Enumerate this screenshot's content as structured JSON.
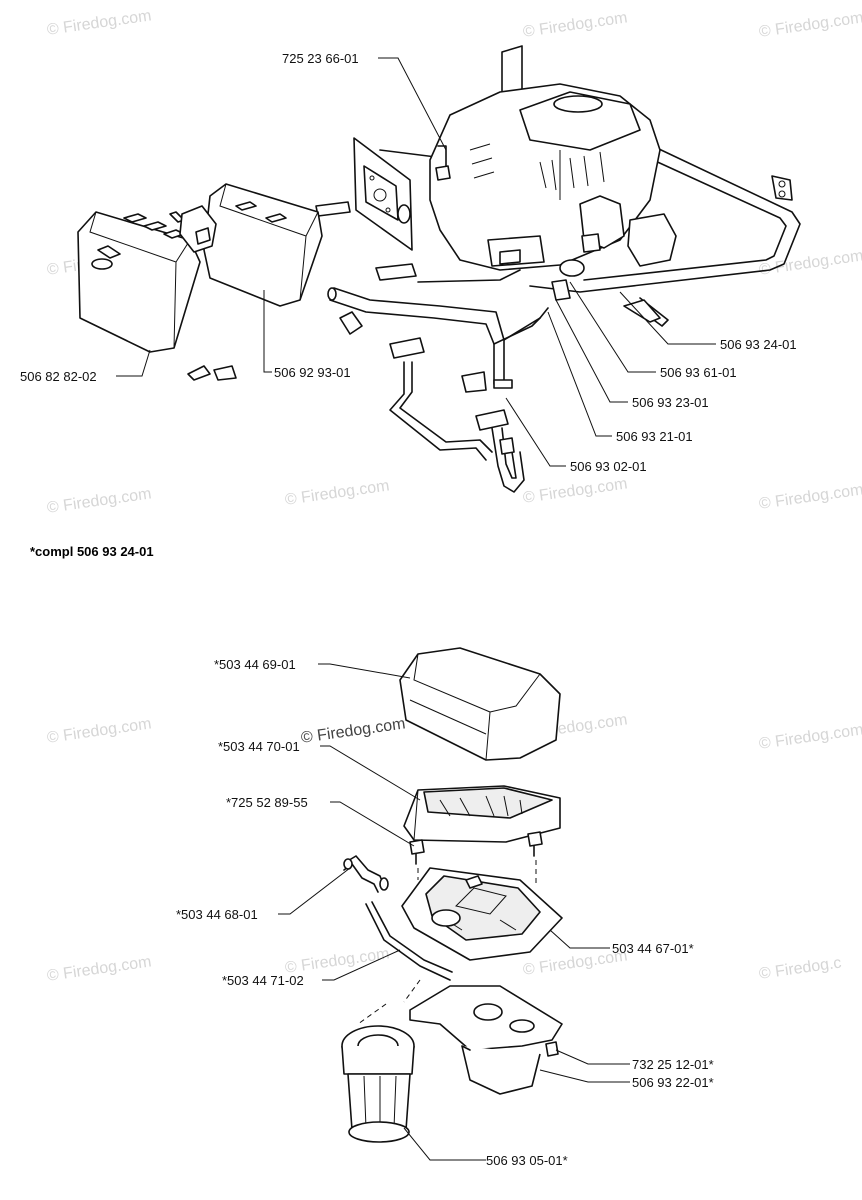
{
  "watermark": {
    "text": "© Firedog.com",
    "text_short": "© Firedog.c"
  },
  "note": "*compl 506 93 24-01",
  "labels": {
    "l_725_23_66_01": "725 23 66-01",
    "l_506_82_82_02": "506 82 82-02",
    "l_506_92_93_01": "506 92 93-01",
    "l_506_93_24_01": "506 93 24-01",
    "l_506_93_61_01": "506 93 61-01",
    "l_506_93_23_01": "506 93 23-01",
    "l_506_93_21_01": "506 93 21-01",
    "l_506_93_02_01": "506 93 02-01",
    "l_503_44_69_01": "*503 44 69-01",
    "l_503_44_70_01": "*503 44 70-01",
    "l_725_52_89_55": "*725 52 89-55",
    "l_503_44_68_01": "*503 44 68-01",
    "l_503_44_71_02": "*503 44 71-02",
    "l_503_44_67_01": "503 44 67-01*",
    "l_732_25_12_01": "732 25 12-01*",
    "l_506_93_22_01": "506 93 22-01*",
    "l_506_93_05_01": "506 93 05-01*"
  }
}
